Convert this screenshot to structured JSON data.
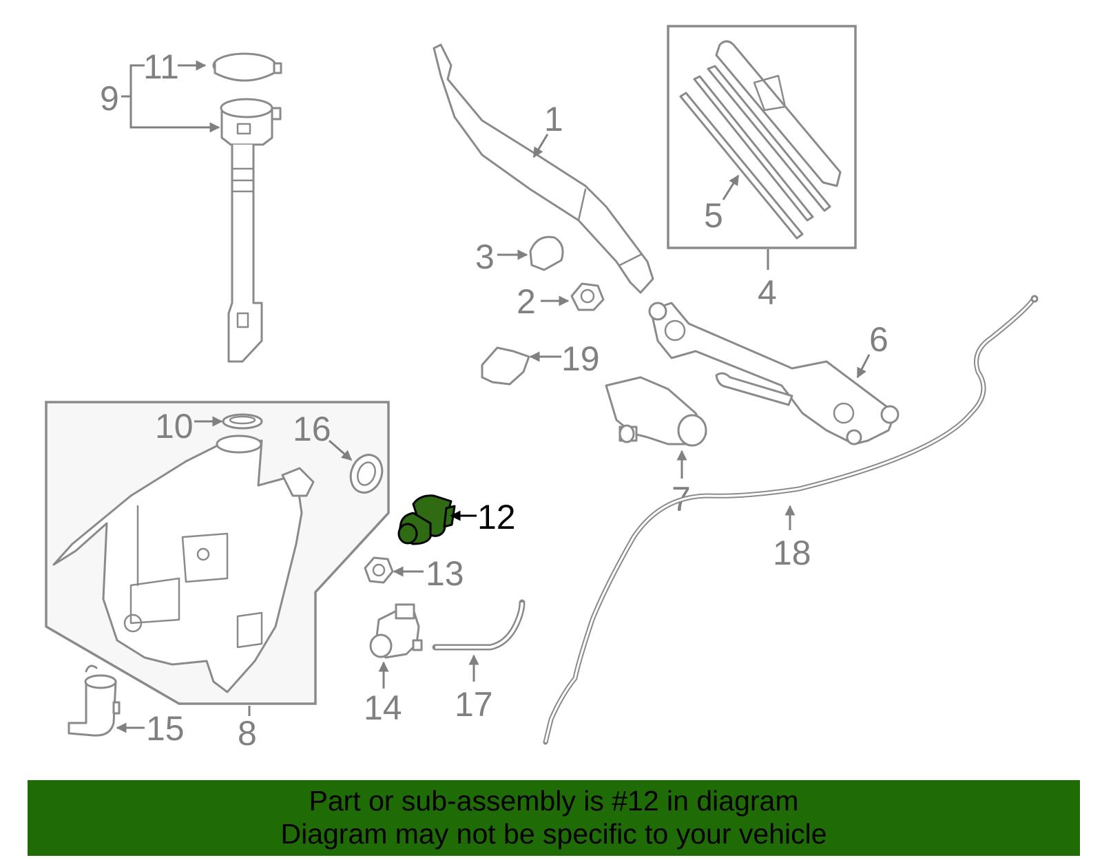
{
  "callouts": {
    "c1": "1",
    "c2": "2",
    "c3": "3",
    "c4": "4",
    "c5": "5",
    "c6": "6",
    "c7": "7",
    "c8": "8",
    "c9": "9",
    "c10": "10",
    "c11": "11",
    "c12": "12",
    "c13": "13",
    "c14": "14",
    "c15": "15",
    "c16": "16",
    "c17": "17",
    "c18": "18",
    "c19": "19"
  },
  "highlighted_part": "12",
  "colors": {
    "banner": "#1f6b06",
    "highlight_part": "#2e6b12",
    "line_art": "#8a8a8a"
  },
  "footer": {
    "line1": "Part or sub-assembly is #12 in diagram",
    "line2": "Diagram may not be specific to your vehicle"
  }
}
